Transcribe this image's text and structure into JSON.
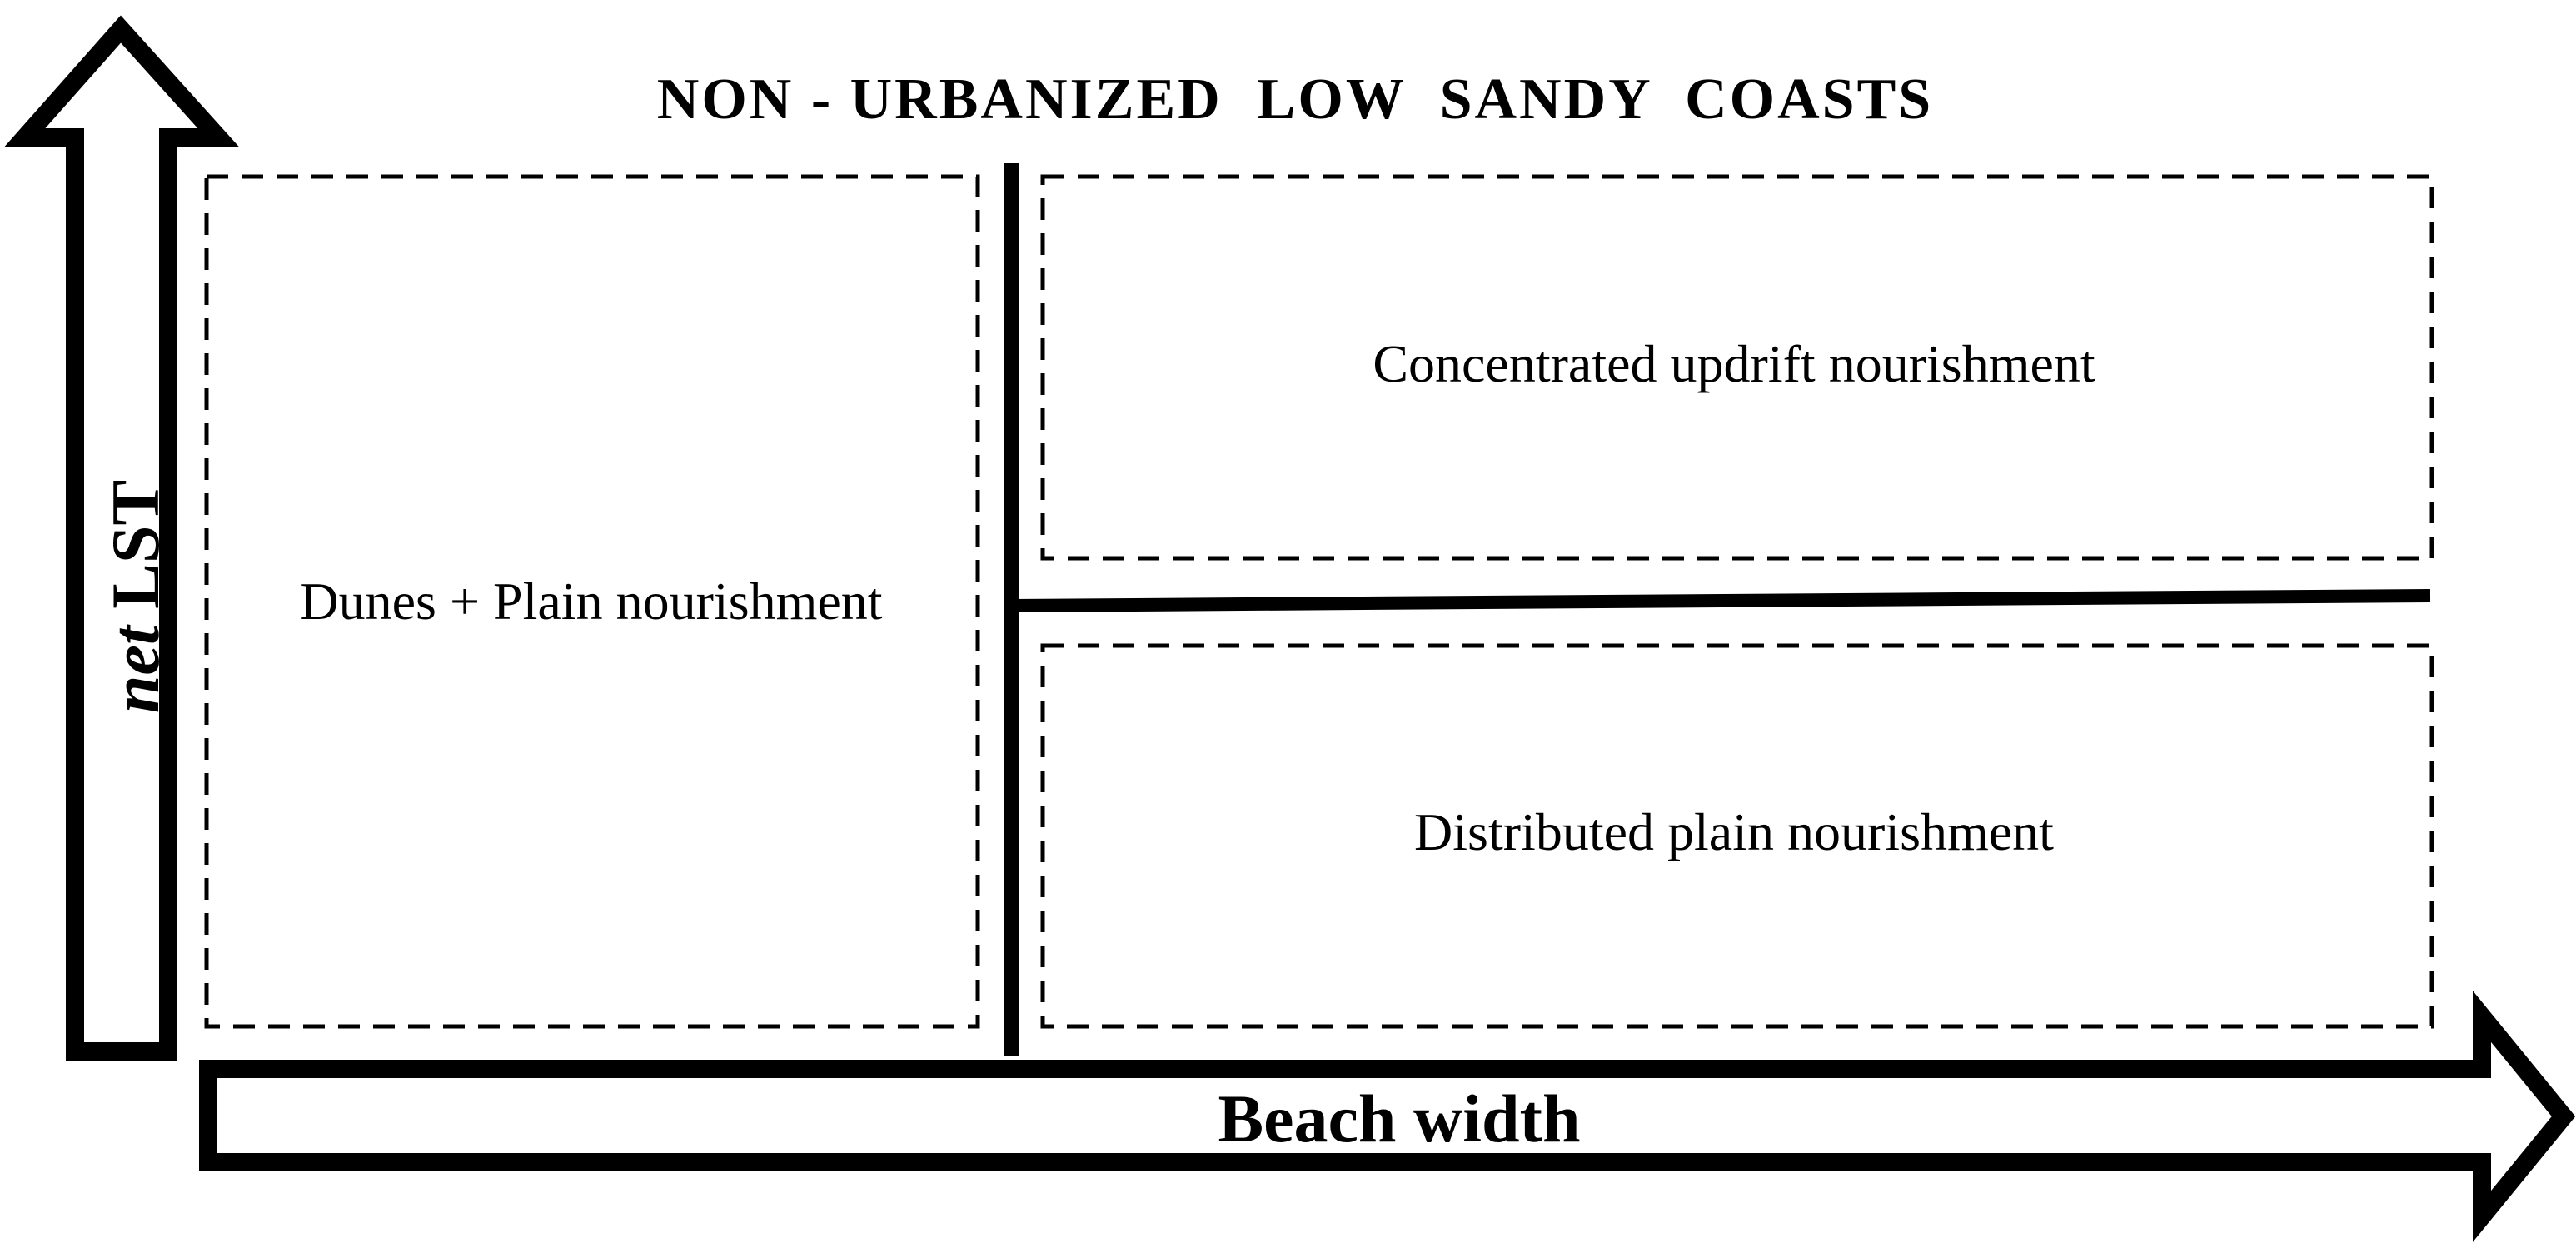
{
  "diagram": {
    "title": "NON - URBANIZED  LOW  SANDY  COASTS",
    "y_axis": {
      "label_italic": "net",
      "label_rest": " LST"
    },
    "x_axis": {
      "label": "Beach width"
    },
    "boxes": {
      "left": "Dunes + Plain nourishment",
      "top_right": "Concentrated updrift nourishment",
      "bottom_right": "Distributed plain nourishment"
    },
    "colors": {
      "ink": "#000000",
      "background": "#ffffff"
    }
  }
}
